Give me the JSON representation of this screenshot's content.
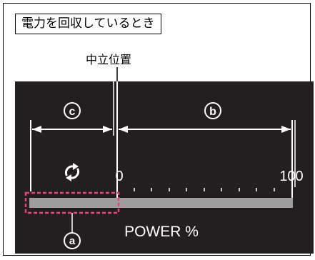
{
  "section_label": "電力を回収しているとき",
  "neutral_position_label": "中立位置",
  "gauge": {
    "scale_start": "0",
    "scale_end": "100",
    "title": "POWER %",
    "regen_icon": "regen-arrows-icon"
  },
  "callouts": {
    "a": "ⓐ",
    "b": "ⓑ",
    "c": "ⓒ"
  },
  "colors": {
    "panel_background": "#231f20",
    "bar_fill": "#9d9d9d",
    "highlight_dash": "#e8407a",
    "foreground": "#ffffff"
  }
}
